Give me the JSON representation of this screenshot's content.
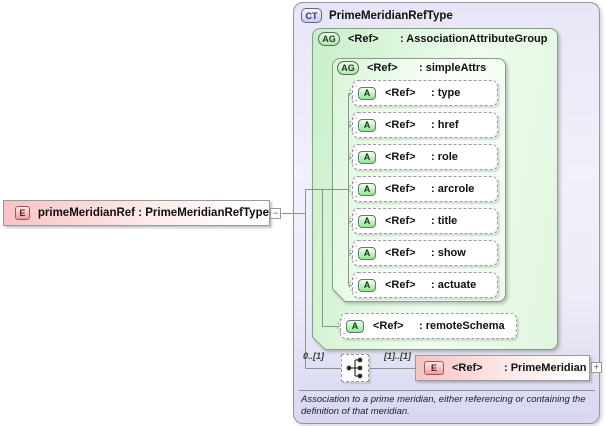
{
  "element": {
    "badge": "E",
    "label": "primeMeridianRef : PrimeMeridianRefType"
  },
  "collapse_toggle": "−",
  "type_box": {
    "badge": "CT",
    "title": "PrimeMeridianRefType",
    "association_group": {
      "badge": "AG",
      "ref": "<Ref>",
      "name": ": AssociationAttributeGroup"
    },
    "simple_attrs": {
      "badge": "AG",
      "ref": "<Ref>",
      "name": ": simpleAttrs",
      "attributes": [
        {
          "badge": "A",
          "ref": "<Ref>",
          "name": ": type"
        },
        {
          "badge": "A",
          "ref": "<Ref>",
          "name": ": href"
        },
        {
          "badge": "A",
          "ref": "<Ref>",
          "name": ": role"
        },
        {
          "badge": "A",
          "ref": "<Ref>",
          "name": ": arcrole"
        },
        {
          "badge": "A",
          "ref": "<Ref>",
          "name": ": title"
        },
        {
          "badge": "A",
          "ref": "<Ref>",
          "name": ": show"
        },
        {
          "badge": "A",
          "ref": "<Ref>",
          "name": ": actuate"
        }
      ]
    },
    "remote_schema": {
      "badge": "A",
      "ref": "<Ref>",
      "name": ": remoteSchema"
    },
    "content_model": {
      "min_occurs": "0..[1]",
      "occurs": "[1]..[1]",
      "element": {
        "badge": "E",
        "ref": "<Ref>",
        "name": ": PrimeMeridian"
      },
      "expand_toggle": "+"
    },
    "annotation": "Association to a prime meridian, either referencing or containing the definition of that meridian."
  },
  "colors": {
    "element_pink": "#f7c3c3",
    "group_green": "#c8efc8",
    "type_lavender": "#e6e6f7",
    "connector_line": "#909090"
  }
}
